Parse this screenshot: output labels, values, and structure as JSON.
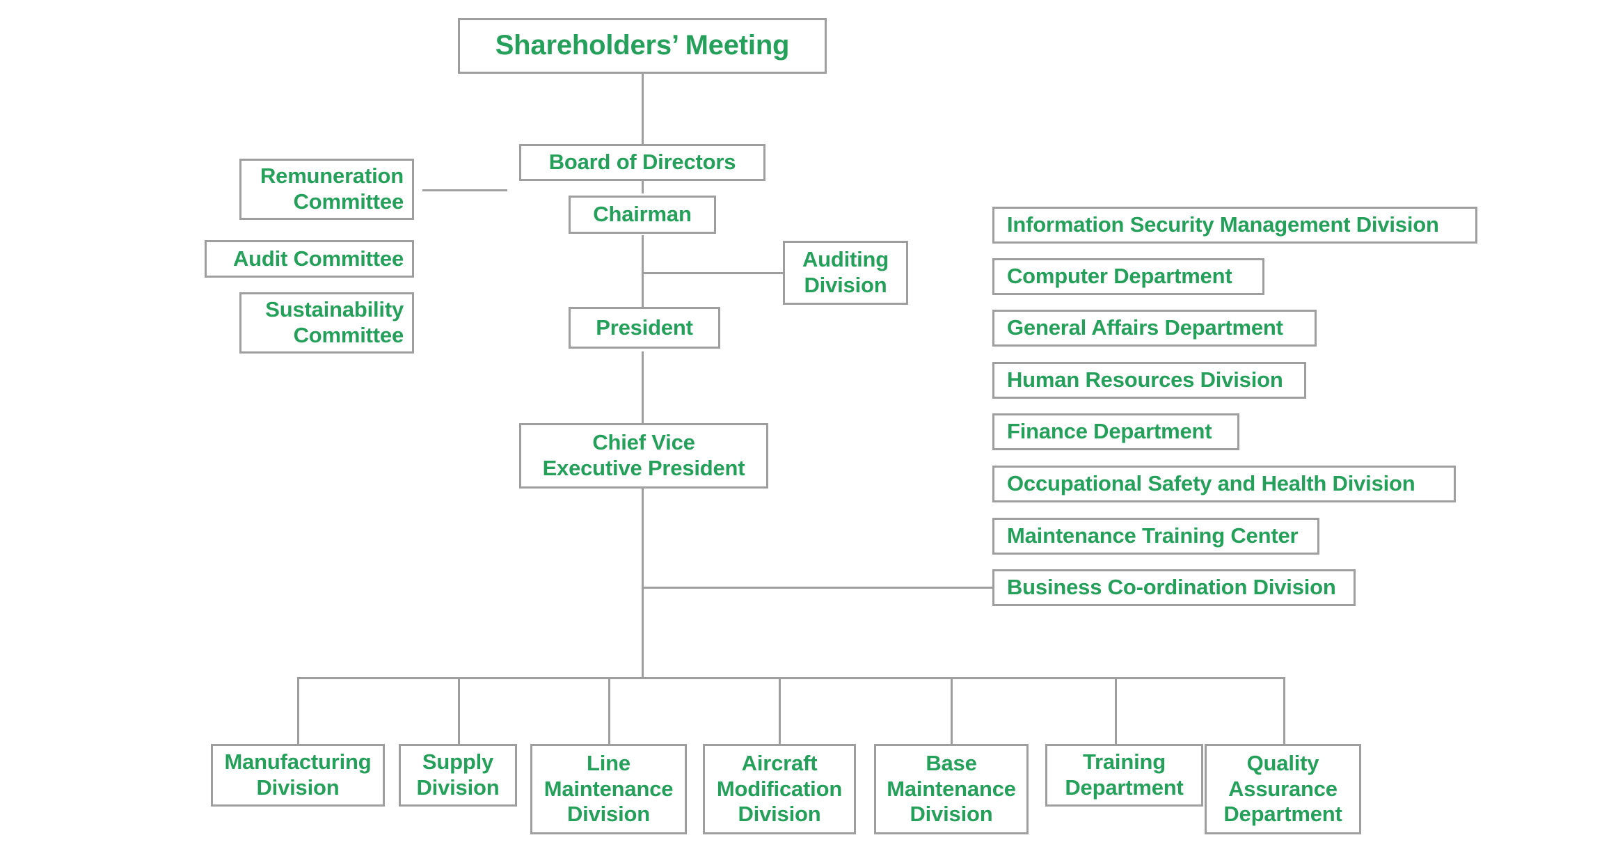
{
  "chart": {
    "title": "Shareholders' Meeting",
    "accent_color": "#25a05b",
    "border_color": "#9e9e9e",
    "background_color": "#ffffff",
    "type": "organization-chart"
  },
  "top": {
    "shareholders_meeting": "Shareholders’  Meeting",
    "board_of_directors": "Board of Directors",
    "chairman": "Chairman",
    "president": "President",
    "chief_vice_executive_president": "Chief Vice\nExecutive  President"
  },
  "committees": [
    {
      "label": "Remuneration\nCommittee"
    },
    {
      "label": "Audit Committee"
    },
    {
      "label": "Sustainability\nCommittee"
    }
  ],
  "audit_side": {
    "auditing_division": "Auditing\nDivision"
  },
  "staff_divisions": [
    {
      "label": "Information Security Management Division"
    },
    {
      "label": "Computer Department"
    },
    {
      "label": "General Affairs Department"
    },
    {
      "label": "Human Resources Division"
    },
    {
      "label": "Finance Department"
    },
    {
      "label": "Occupational Safety and Health Division"
    },
    {
      "label": "Maintenance Training Center"
    },
    {
      "label": "Business Co-ordination Division"
    }
  ],
  "operating_units": [
    {
      "label": "Manufacturing\nDivision"
    },
    {
      "label": "Supply\nDivision"
    },
    {
      "label": "Line\nMaintenance\nDivision"
    },
    {
      "label": "Aircraft\nModification\nDivision"
    },
    {
      "label": "Base\nMaintenance\nDivision"
    },
    {
      "label": "Training\nDepartment"
    },
    {
      "label": "Quality\nAssurance\nDepartment"
    }
  ]
}
